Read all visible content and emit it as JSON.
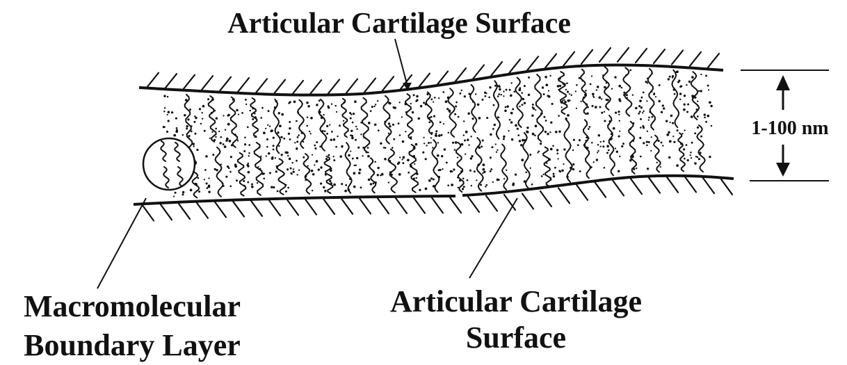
{
  "labels": {
    "top_surface": "Articular Cartilage Surface",
    "thickness": "1-100 nm",
    "boundary_layer_line1": "Macromolecular",
    "boundary_layer_line2": "Boundary Layer",
    "bottom_surface_line1": "Articular Cartilage",
    "bottom_surface_line2": "Surface"
  },
  "colors": {
    "ink": "#111111",
    "background": "#ffffff"
  }
}
